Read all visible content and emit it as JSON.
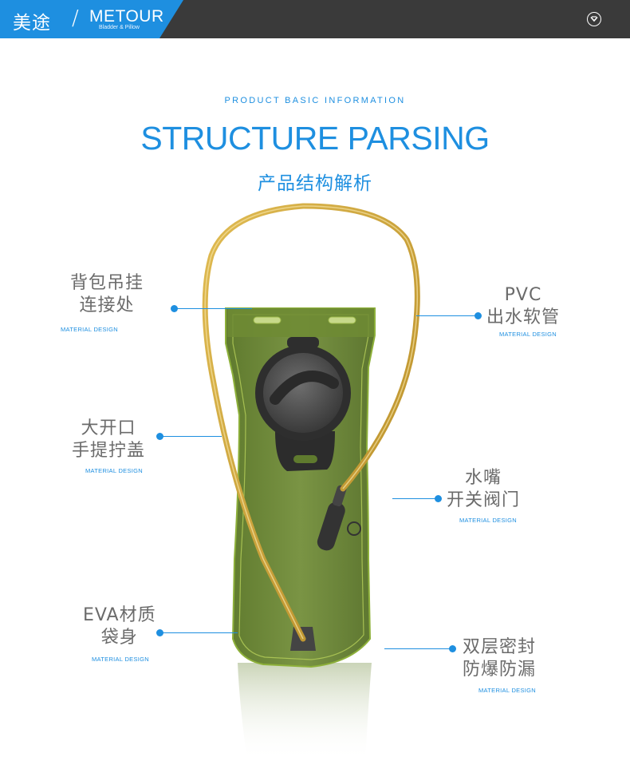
{
  "header": {
    "brand_cn": "美途",
    "slash": "/",
    "brand_en": "METOUR",
    "brand_sub": "Bladder & Pillow",
    "menu_icon": "chevron-down-circle-icon"
  },
  "titles": {
    "kicker": "PRODUCT BASIC INFORMATION",
    "main": "STRUCTURE PARSING",
    "cn": "产品结构解析"
  },
  "callouts": {
    "hang": {
      "line1": "背包吊挂",
      "line2": "连接处",
      "sub": "MATERIAL DESIGN"
    },
    "pvc": {
      "line1": "PVC",
      "line2": "出水软管",
      "sub": "MATERIAL DESIGN"
    },
    "cap": {
      "line1": "大开口",
      "line2": "手提拧盖",
      "sub": "MATERIAL DESIGN"
    },
    "valve": {
      "line1": "水嘴",
      "line2": "开关阀门",
      "sub": "MATERIAL DESIGN"
    },
    "eva": {
      "line1": "EVA材质",
      "line2": "袋身",
      "sub": "MATERIAL DESIGN"
    },
    "seal": {
      "line1": "双层密封",
      "line2": "防爆防漏",
      "sub": "MATERIAL DESIGN"
    }
  },
  "colors": {
    "accent": "#1e8fe0",
    "header_bg": "#3a3a3a",
    "bladder_green": "#6f8a3a",
    "tube_amber": "#c9a23a"
  }
}
